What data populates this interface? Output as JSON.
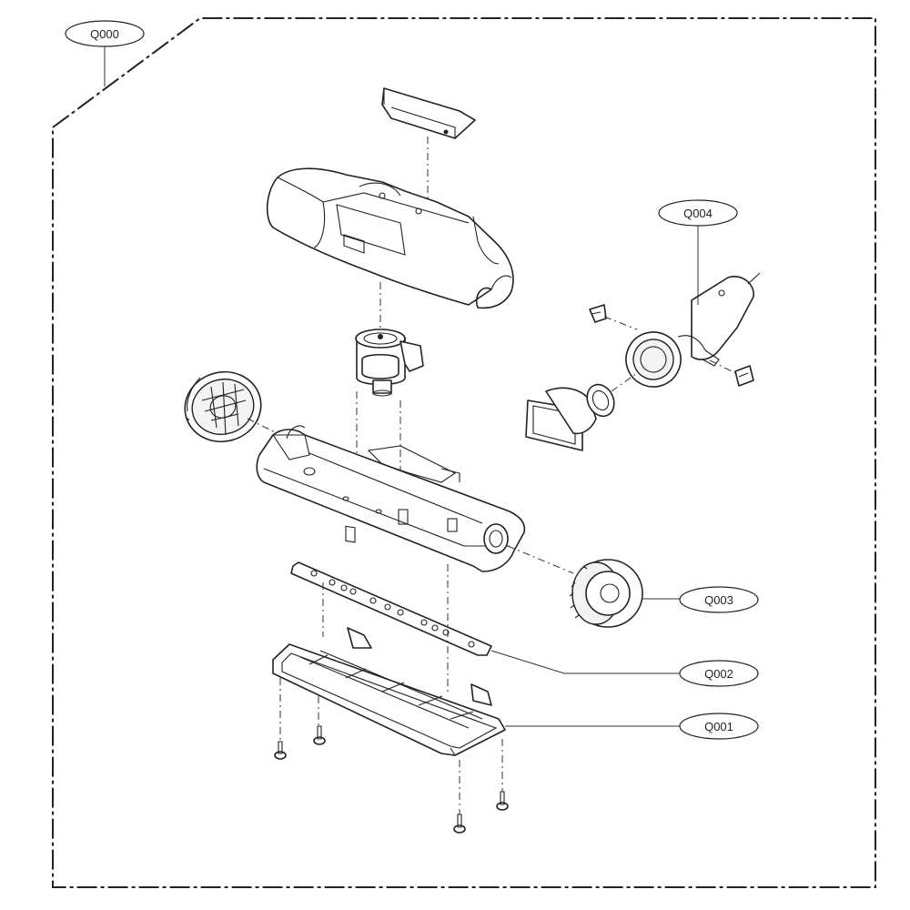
{
  "callouts": {
    "assembly": "Q000",
    "q004": "Q004",
    "q003": "Q003",
    "q002": "Q002",
    "q001": "Q001"
  }
}
